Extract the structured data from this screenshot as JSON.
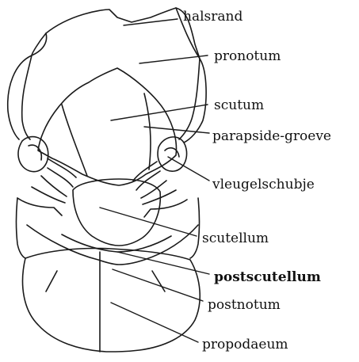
{
  "labels": {
    "halsrand": "halsrand",
    "pronotum": "pronotum",
    "scutum": "scutum",
    "parapside_groeve": "parapside-groeve",
    "vleugelschubje": "vleugelschubje",
    "scutellum": "scutellum",
    "postscutellum": "postscutellum",
    "postnotum": "postnotum",
    "propodaeum": "propodaeum"
  },
  "colors": {
    "ink": "#1a1a1a",
    "background": "#ffffff"
  }
}
